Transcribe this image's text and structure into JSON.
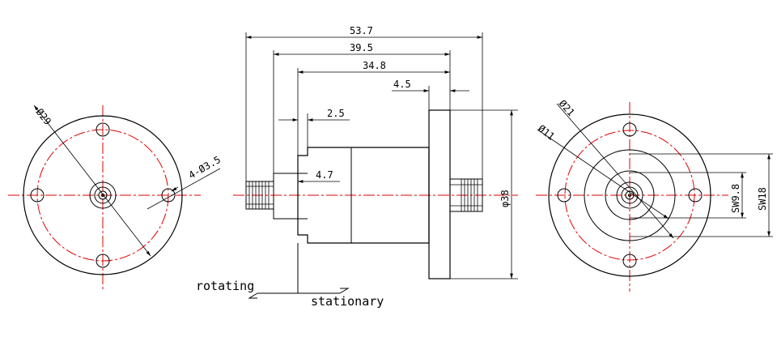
{
  "dimensions": {
    "overall_length": "53.7",
    "length_2": "39.5",
    "length_3": "34.8",
    "flange_thickness": "4.5",
    "shoulder": "2.5",
    "offset": "4.7",
    "flange_diameter": "φ38",
    "left_bolt_circle": "Ø29",
    "left_holes": "4-Ø3.5",
    "right_bolt_circle": "Ø21",
    "right_inner": "Ø11",
    "hex_small": "SW9.8",
    "hex_large": "SW18"
  },
  "labels": {
    "rotating": "rotating",
    "stationary": "stationary"
  },
  "colors": {
    "line": "#000000",
    "centerline": "#e00000"
  }
}
